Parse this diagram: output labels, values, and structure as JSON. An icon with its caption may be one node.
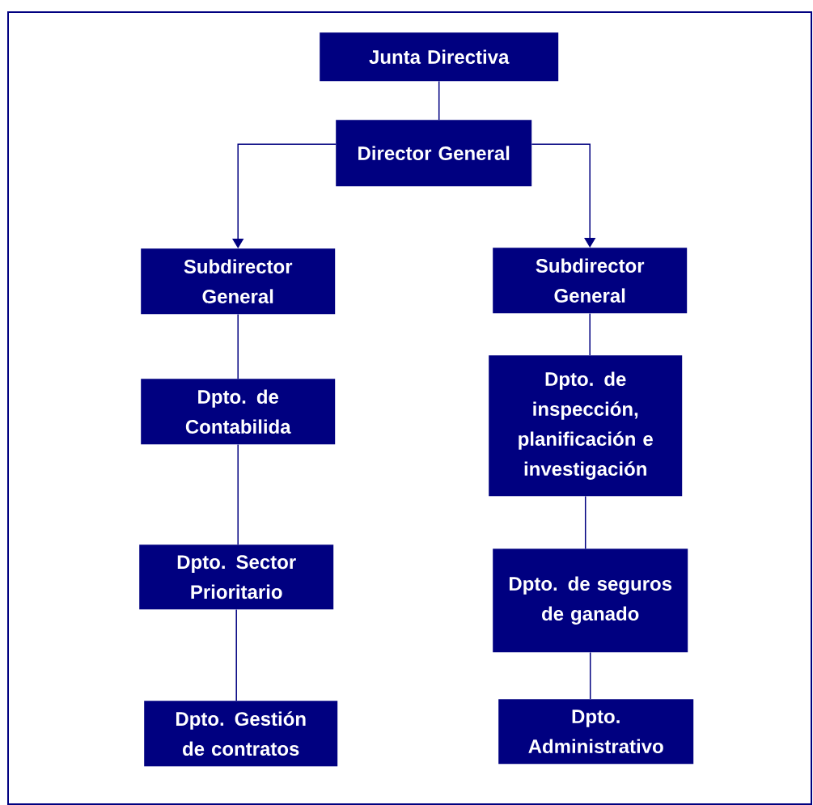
{
  "diagram": {
    "nodes": [
      {
        "text": [
          "Junta Directiva"
        ]
      },
      {
        "text": [
          "Director General"
        ]
      },
      {
        "text": [
          "Subdirector General"
        ]
      },
      {
        "text": [
          "Subdirector General"
        ]
      },
      {
        "text": [
          "Dpto. de Contabilida"
        ]
      },
      {
        "text": [
          "Dpto. Sector Prioritario"
        ]
      },
      {
        "text": [
          "Dpto. Gestión de contratos"
        ]
      },
      {
        "text": [
          "Dpto. de inspección, planificación e investigación"
        ]
      },
      {
        "text": [
          "Dpto. de seguros de ganado"
        ]
      },
      {
        "text": [
          "Dpto. Administrativo"
        ]
      }
    ],
    "edges": [
      {
        "from": 0,
        "to": 1,
        "arrow": "none"
      },
      {
        "from": 1,
        "to": 2,
        "arrow": "to"
      },
      {
        "from": 1,
        "to": 3,
        "arrow": "to"
      },
      {
        "from": 2,
        "to": 4,
        "arrow": "none"
      },
      {
        "from": 4,
        "to": 5,
        "arrow": "none"
      },
      {
        "from": 5,
        "to": 6,
        "arrow": "none"
      },
      {
        "from": 3,
        "to": 7,
        "arrow": "none"
      },
      {
        "from": 7,
        "to": 8,
        "arrow": "none"
      },
      {
        "from": 8,
        "to": 9,
        "arrow": "none"
      }
    ]
  }
}
